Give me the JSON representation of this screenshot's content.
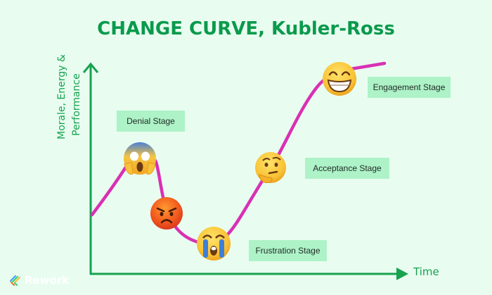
{
  "title": "CHANGE CURVE, Kubler-Ross",
  "axes": {
    "y_label_line1": "Morale, Energy &",
    "y_label_line2": "Performance",
    "x_label": "Time"
  },
  "stages": [
    {
      "label": "Denial Stage",
      "emoji": "fearful-screaming-face"
    },
    {
      "label": "Frustration Stage",
      "emoji": "crying-face"
    },
    {
      "label": "Acceptance Stage",
      "emoji": "thinking-face"
    },
    {
      "label": "Engagement Stage",
      "emoji": "grinning-face"
    }
  ],
  "intermediate_emoji": "angry-face",
  "colors": {
    "background": "#e8fdf0",
    "title": "#0a9a4c",
    "axis": "#17a24f",
    "curve": "#d930b4",
    "stage_box": "#aef2c8"
  },
  "logo": {
    "text": "Rework"
  }
}
